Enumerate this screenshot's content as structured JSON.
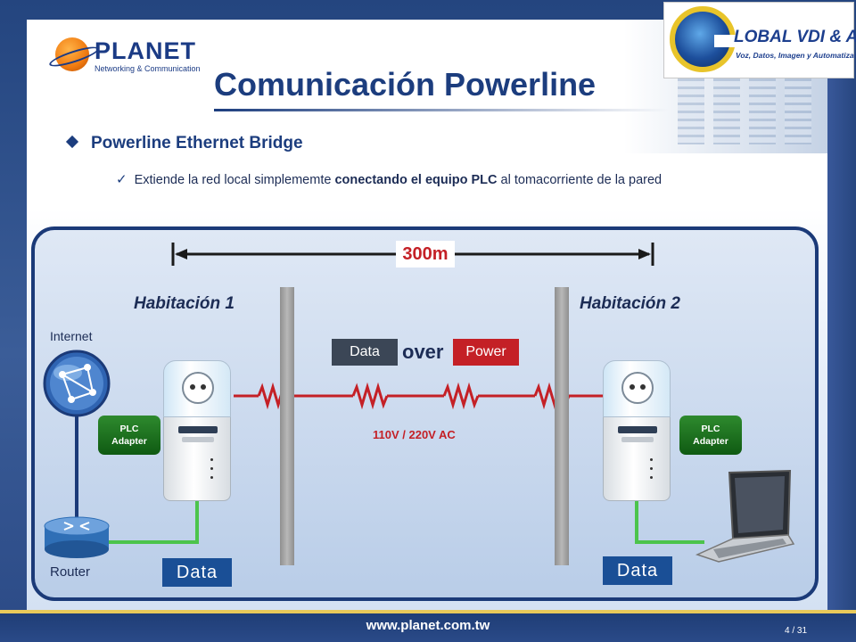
{
  "slide": {
    "title": "Comunicación Powerline",
    "bullet_heading": "Powerline Ethernet Bridge",
    "bullet_text": {
      "part1": "Extiende la",
      "part2": " red local simplememte ",
      "bold1": "conectando",
      "part3": " ",
      "bold2": "el equipo PLC",
      "part4": " al tomacorriente de la pared"
    },
    "footer_url": "www.planet.com.tw",
    "page_number": "4 / 31"
  },
  "logos": {
    "planet_name": "PLANET",
    "planet_tagline": "Networking & Communication",
    "global_name": "LOBAL VDI & A",
    "global_tagline": "Voz, Datos, Imagen y Automatización."
  },
  "diagram": {
    "distance": "300m",
    "room1": "Habitación 1",
    "room2": "Habitación 2",
    "internet_label": "Internet",
    "router_label": "Router",
    "data_label": "Data",
    "over_label": "over",
    "power_label": "Power",
    "voltage_label": "110V / 220V AC",
    "plc_left": "PLC\nAdapter",
    "plc_right": "PLC\nAdapter",
    "data_left": "Data",
    "data_right": "Data"
  },
  "colors": {
    "title": "#1c3d7e",
    "power_red": "#c42026",
    "data_gray": "#3b4656",
    "plc_green": "#1a6e1c",
    "cable_green": "#4cc44c",
    "cable_blue": "#1b3a78"
  },
  "icons": [
    "globe-icon",
    "router-icon",
    "laptop-icon",
    "check-icon",
    "diamond-bullet-icon"
  ]
}
